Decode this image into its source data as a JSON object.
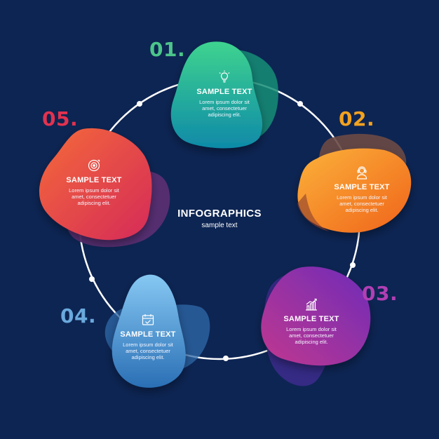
{
  "center": {
    "title": "INFOGRAPHICS",
    "subtitle": "sample text"
  },
  "steps": [
    {
      "number": "01.",
      "title": "SAMPLE TEXT",
      "text_line1": "Lorem ipsum dolor sit",
      "text_line2": "amet, consectetuer",
      "text_line3": "adipiscing elit.",
      "icon": "lightbulb-icon",
      "number_color": "#4cc58a",
      "gradient": [
        "#3ed38f",
        "#0f8aa8"
      ]
    },
    {
      "number": "02.",
      "title": "SAMPLE TEXT",
      "text_line1": "Lorem ipsum dolor sit",
      "text_line2": "amet, consectetuer",
      "text_line3": "adipiscing elit.",
      "icon": "person-headset-icon",
      "number_color": "#f3a21f",
      "gradient": [
        "#fbb23a",
        "#f0631a"
      ]
    },
    {
      "number": "03.",
      "title": "SAMPLE TEXT",
      "text_line1": "Lorem ipsum dolor sit",
      "text_line2": "amet, consectetuer",
      "text_line3": "adipiscing elit.",
      "icon": "bar-chart-growth-icon",
      "number_color": "#b13fb4",
      "gradient": [
        "#8d2fb4",
        "#c0388f"
      ]
    },
    {
      "number": "04.",
      "title": "SAMPLE TEXT",
      "text_line1": "Lorem ipsum dolor sit",
      "text_line2": "amet, consectetuer",
      "text_line3": "adipiscing elit.",
      "icon": "calendar-check-icon",
      "number_color": "#6aa9dd",
      "gradient": [
        "#79bdf0",
        "#2a6fb5"
      ]
    },
    {
      "number": "05.",
      "title": "SAMPLE TEXT",
      "text_line1": "Lorem ipsum dolor sit",
      "text_line2": "amet, consectetuer",
      "text_line3": "adipiscing elit.",
      "icon": "target-cycle-icon",
      "number_color": "#e2324f",
      "gradient": [
        "#f1523d",
        "#d62a55"
      ]
    }
  ]
}
